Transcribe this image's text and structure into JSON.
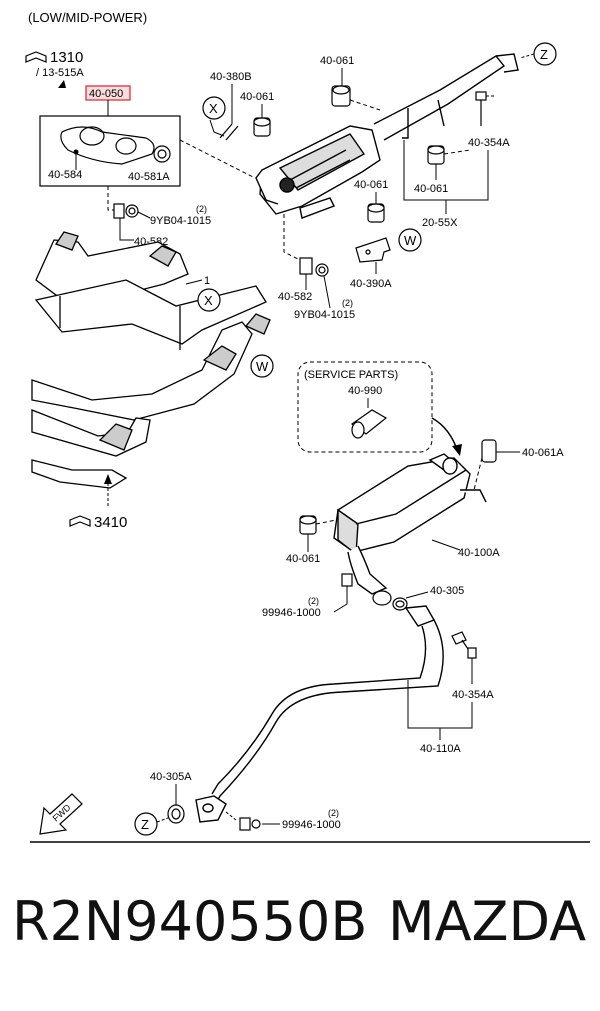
{
  "header": "(LOW/MID-POWER)",
  "refs": {
    "r1310": "1310",
    "r13_515A": "/ 13-515A",
    "r3410": "3410"
  },
  "labels": {
    "p40_050": "40-050",
    "p40_584": "40-584",
    "p40_581A": "40-581A",
    "p40_380B": "40-380B",
    "p40_061_a": "40-061",
    "p40_061_b": "40-061",
    "p40_061_c": "40-061",
    "p40_061_d": "40-061",
    "p40_061_e": "40-061",
    "p40_354A_a": "40-354A",
    "p40_354A_b": "40-354A",
    "p20_55X": "20-55X",
    "p9YB04_a": "9YB04-1015",
    "p9YB04_b": "9YB04-1015",
    "q2_a": "(2)",
    "q2_b": "(2)",
    "q2_c": "(2)",
    "q2_d": "(2)",
    "p40_582_a": "40-582",
    "p40_582_b": "40-582",
    "p40_390A": "40-390A",
    "service_parts": "(SERVICE PARTS)",
    "p40_990": "40-990",
    "p40_061A": "40-061A",
    "p40_100A": "40-100A",
    "p40_305_a": "40-305",
    "p40_305A": "40-305A",
    "p99946_a": "99946-1000",
    "p99946_b": "99946-1000",
    "p40_110A": "40-110A",
    "one": "1",
    "fwd": "FWD"
  },
  "markers": {
    "x": "X",
    "w": "W",
    "z": "Z"
  },
  "highlight_color": "#e0202a",
  "caption": {
    "part_number": "R2N940550B",
    "brand": "MAZDA"
  }
}
